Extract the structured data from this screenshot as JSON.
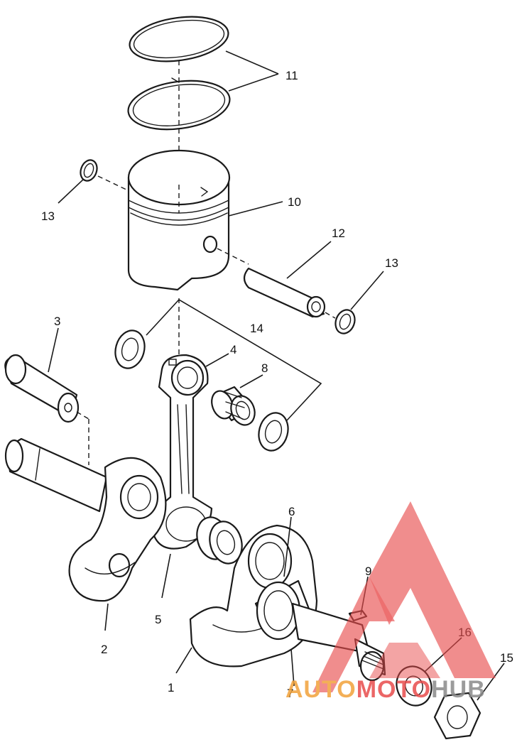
{
  "diagram": {
    "callouts": {
      "c1": "1",
      "c2": "2",
      "c3": "3",
      "c4": "4",
      "c5": "5",
      "c6": "6",
      "c7": "7",
      "c8": "8",
      "c9": "9",
      "c10": "10",
      "c11": "11",
      "c12": "12",
      "c13a": "13",
      "c13b": "13",
      "c14": "14",
      "c15": "15",
      "c16": "16"
    }
  },
  "watermark": {
    "text": "AUTOMOTOHUB",
    "colors": {
      "accent": "#e84c4c",
      "orange": "#f2a23a",
      "gray": "#8a8a8a"
    }
  }
}
